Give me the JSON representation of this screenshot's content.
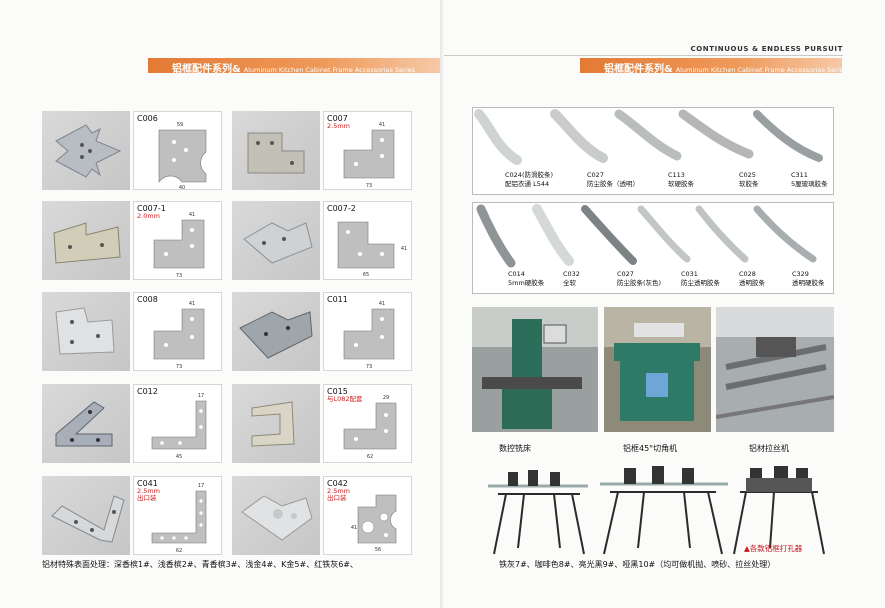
{
  "header": {
    "tagline": "CONTINUOUS & ENDLESS PURSUIT",
    "left_title_cn": "铝框配件系列&",
    "left_title_en": "Aluminum Kitchen Cabinet Frame Accessories Series",
    "right_title_cn": "铝框配件系列&",
    "right_title_en": "Aluminum Kitchen Cabinet Frame Accessories Series"
  },
  "brackets": [
    {
      "code": "C006",
      "sub": "",
      "dims": [
        "59",
        "40"
      ]
    },
    {
      "code": "C007",
      "sub": "2.5mm",
      "dims": [
        "41",
        "73"
      ]
    },
    {
      "code": "C007-1",
      "sub": "2.0mm",
      "dims": [
        "41",
        "73"
      ]
    },
    {
      "code": "C007-2",
      "sub": "",
      "dims": [
        "41",
        "65"
      ]
    },
    {
      "code": "C008",
      "sub": "",
      "dims": [
        "41",
        "73"
      ]
    },
    {
      "code": "C011",
      "sub": "",
      "dims": [
        "41",
        "73"
      ]
    },
    {
      "code": "C012",
      "sub": "",
      "dims": [
        "17",
        "45"
      ]
    },
    {
      "code": "C015",
      "sub": "与L082配套",
      "dims": [
        "29",
        "62"
      ]
    },
    {
      "code": "C041",
      "sub": "2.5mm\n出口装",
      "dims": [
        "17",
        "62"
      ]
    },
    {
      "code": "C042",
      "sub": "2.5mm\n出口装",
      "dims": [
        "41",
        "56"
      ]
    }
  ],
  "finish_note": "铝材特殊表面处理：深香槟1#、浅香槟2#、青香槟3#、浅金4#、K金5#、红铁灰6#、",
  "strips_row1": [
    {
      "code": "C024(防滑胶条)",
      "desc": "配铝衣通 L544"
    },
    {
      "code": "C027",
      "desc": "防尘胶条（透明）"
    },
    {
      "code": "C113",
      "desc": "软硬胶条"
    },
    {
      "code": "C025",
      "desc": "软胶条"
    },
    {
      "code": "C311",
      "desc": "5厘玻璃胶条"
    }
  ],
  "strips_row2": [
    {
      "code": "C014",
      "desc": "5mm硬胶条"
    },
    {
      "code": "C032",
      "desc": "全软"
    },
    {
      "code": "C027",
      "desc": "防尘胶条(灰色)"
    },
    {
      "code": "C031",
      "desc": "防尘透明胶条"
    },
    {
      "code": "C028",
      "desc": "透明胶条"
    },
    {
      "code": "C329",
      "desc": "透明硬胶条"
    }
  ],
  "machines": {
    "cnc": "数控铣床",
    "cutter": "铝框45°切角机",
    "brusher": "铝材拉丝机",
    "drill_note": "▲各款铝框打孔器"
  },
  "color_note": "铁灰7#、咖啡色8#、亮光黑9#、哑黑10#（均可做机抛、喷砂、拉丝处理）",
  "colors": {
    "accent": "#e8803c",
    "red_text": "#d01c1c"
  }
}
